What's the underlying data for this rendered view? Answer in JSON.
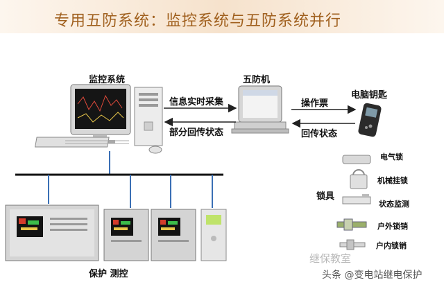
{
  "title": "专用五防系统：监控系统与五防系统并行",
  "nodes": {
    "monitoring_system": "监控系统",
    "wufang_machine": "五防机",
    "computer_key": "电脑钥匙",
    "locks": "锁具",
    "protection_control": "保护 测控"
  },
  "edges": {
    "realtime_collect": "信息实时采集",
    "partial_return": "部分回传状态",
    "operation_ticket": "操作票",
    "return_status": "回传状态"
  },
  "lock_types": [
    "电气锁",
    "机械挂锁",
    "状态监测",
    "户外锁销",
    "户内锁销"
  ],
  "watermark": {
    "faint": "继保教室",
    "main": "头条 @变电站继电保护"
  },
  "colors": {
    "title_text": "#a0601e",
    "arrow": "#222222",
    "bus_line": "#111111",
    "drop_lines": "#3a6fb5"
  }
}
